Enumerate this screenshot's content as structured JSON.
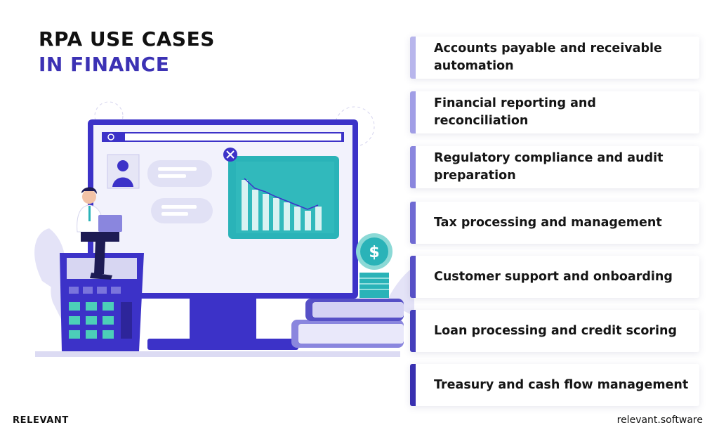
{
  "header": {
    "title_line1": "RPA USE CASES",
    "title_line2": "IN FINANCE"
  },
  "use_cases": [
    "Accounts payable and receivable automation",
    "Financial reporting and reconciliation",
    "Regulatory compliance and audit preparation",
    "Tax processing and management",
    "Customer support and onboarding",
    "Loan processing and credit scoring",
    "Treasury and cash flow management"
  ],
  "footer": {
    "brand": "RELEVANT",
    "website": "relevant.software"
  },
  "colors": {
    "accent": "#3c32b4",
    "monitor": "#3c32c8",
    "teal": "#2ab3b8"
  },
  "illustration": {
    "icons": [
      "person-at-laptop-icon",
      "monitor-icon",
      "calculator-icon",
      "dollar-coin-icon",
      "books-icon",
      "user-profile-icon",
      "chat-bubble-icon",
      "bar-chart-icon",
      "search-icon",
      "close-icon"
    ]
  }
}
